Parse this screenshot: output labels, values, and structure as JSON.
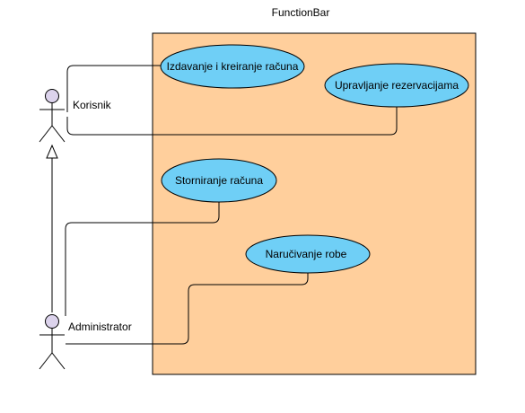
{
  "diagram": {
    "title": "FunctionBar",
    "actors": [
      {
        "name": "Korisnik"
      },
      {
        "name": "Administrator"
      }
    ],
    "use_cases": [
      {
        "label": "Izdavanje i kreiranje računa"
      },
      {
        "label": "Upravljanje rezervacijama"
      },
      {
        "label": "Storniranje računa"
      },
      {
        "label": "Naručivanje robe"
      }
    ],
    "colors": {
      "system_fill": "#ffcf9c",
      "use_case_fill": "#6fcff6",
      "actor_fill": "#dcd3ec",
      "stroke": "#000000"
    }
  }
}
